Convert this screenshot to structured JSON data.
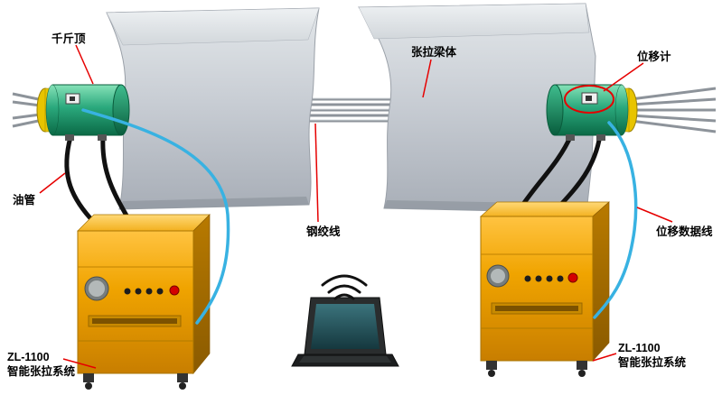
{
  "diagram": {
    "labels": {
      "jack": "千斤顶",
      "beam_body": "张拉梁体",
      "displacement_gauge": "位移计",
      "oil_pipe": "油管",
      "steel_strand": "钢绞线",
      "displacement_data_cable": "位移数据线",
      "left_system": {
        "line1": "ZL-1100",
        "line2": "智能张拉系统"
      },
      "right_system": {
        "line1": "ZL-1100",
        "line2": "智能张拉系统"
      }
    },
    "colors": {
      "jack_green": "#2aa87c",
      "cabinet_orange": "#f0a400",
      "cable_blue": "#38b2e2",
      "leader_red": "#e60000",
      "beam_gray": "#c6cbd2",
      "background": "#ffffff"
    }
  }
}
